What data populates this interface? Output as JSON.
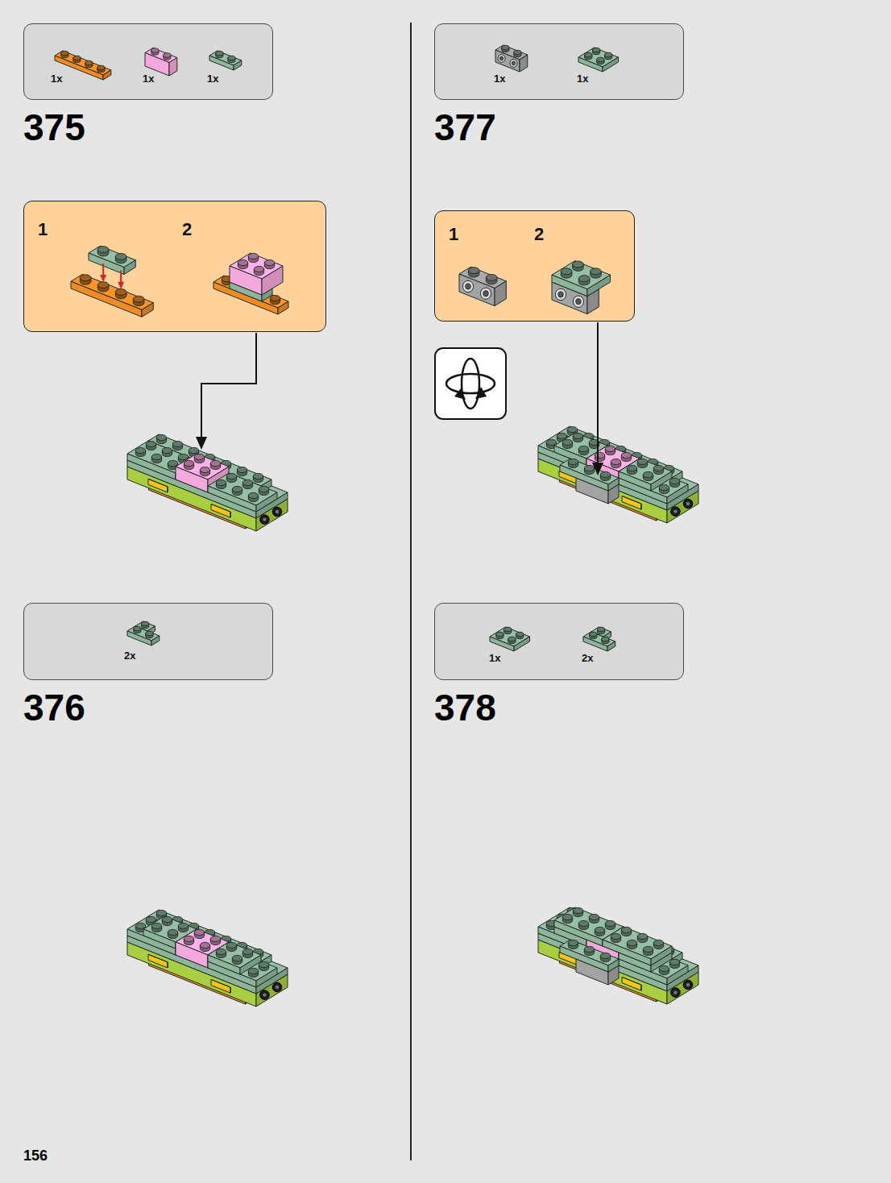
{
  "diagram": {
    "nodes": [
      {
        "text": [
          "1x",
          "1x",
          "1x"
        ]
      },
      {
        "text": [
          "1",
          "2"
        ]
      },
      {
        "text": [
          "2x"
        ]
      },
      {
        "text": [
          "1x",
          "1x"
        ]
      },
      {
        "text": [
          "1",
          "2"
        ]
      },
      {
        "text": [
          "1x",
          "2x"
        ]
      }
    ],
    "labels": [
      "375",
      "376",
      "377",
      "378",
      "156"
    ]
  }
}
